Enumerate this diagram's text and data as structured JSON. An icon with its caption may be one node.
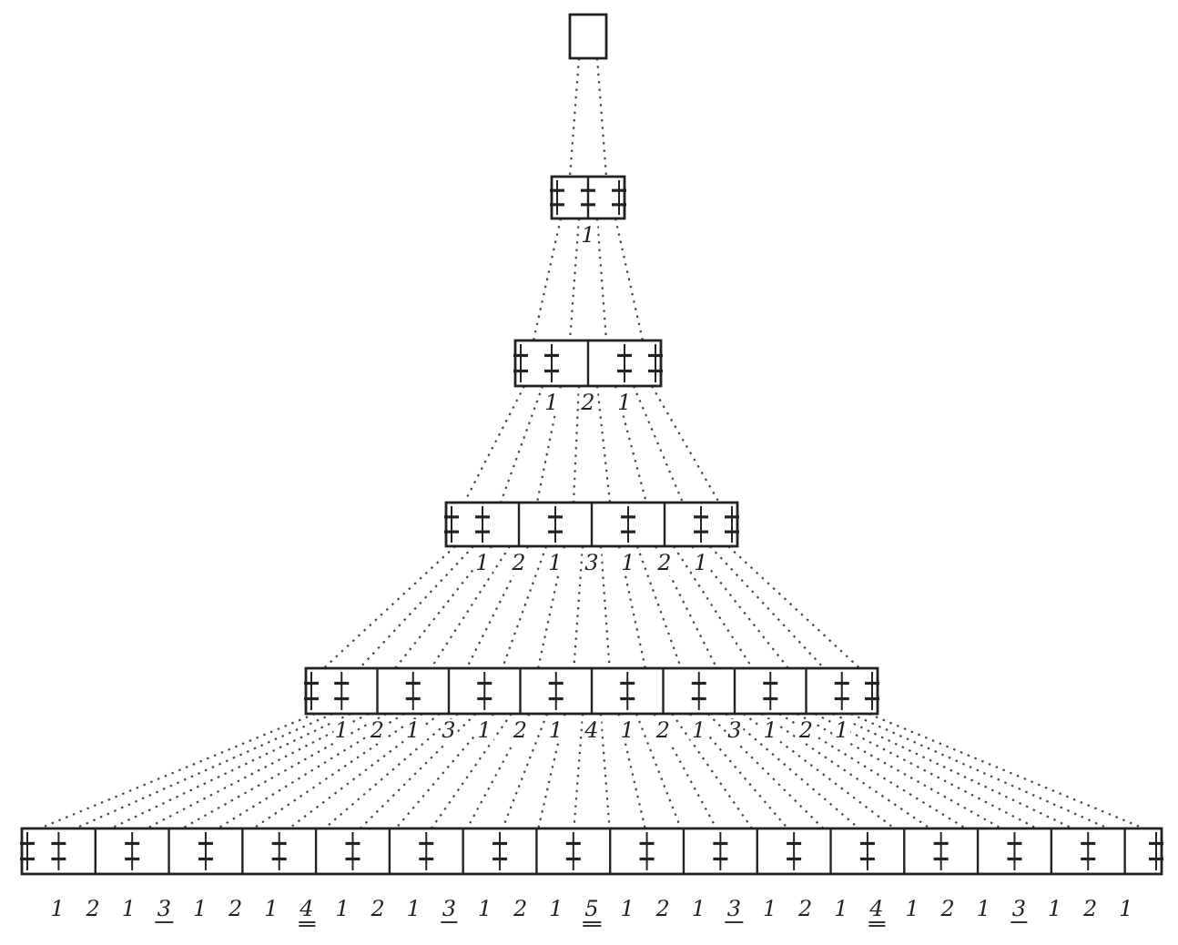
{
  "diagram": {
    "nodes": [
      {
        "text": [],
        "shape": "box"
      },
      {
        "text": [],
        "shape": "box",
        "beside": [
          "1"
        ]
      },
      {
        "text": [],
        "shape": "box",
        "beside": [
          "1",
          "2",
          "1"
        ]
      },
      {
        "text": [],
        "shape": "box",
        "beside": [
          "1",
          "2",
          "1",
          "3",
          "1",
          "2",
          "1"
        ]
      },
      {
        "text": [],
        "shape": "box",
        "beside": [
          "1",
          "2",
          "1",
          "3",
          "1",
          "2",
          "1",
          "4",
          "1",
          "2",
          "1",
          "3",
          "1",
          "2",
          "1"
        ]
      },
      {
        "text": [],
        "shape": "box",
        "beside": [
          "1",
          "2",
          "1",
          "3",
          "1",
          "2",
          "1",
          "4",
          "1",
          "2",
          "1",
          "3",
          "1",
          "2",
          "1",
          "5",
          "1",
          "2",
          "1",
          "3",
          "1",
          "2",
          "1",
          "4",
          "1",
          "2",
          "1",
          "3",
          "1",
          "2",
          "1"
        ]
      }
    ],
    "edges": [
      {
        "from": 0,
        "to": 1,
        "arrow": "none"
      },
      {
        "from": 0,
        "to": 1,
        "arrow": "none"
      },
      {
        "from": 1,
        "to": 2,
        "arrow": "none"
      },
      {
        "from": 1,
        "to": 2,
        "arrow": "none"
      },
      {
        "from": 1,
        "to": 2,
        "arrow": "none"
      },
      {
        "from": 1,
        "to": 2,
        "arrow": "none"
      },
      {
        "from": 2,
        "to": 3,
        "arrow": "none"
      },
      {
        "from": 2,
        "to": 3,
        "arrow": "none"
      },
      {
        "from": 2,
        "to": 3,
        "arrow": "none"
      },
      {
        "from": 2,
        "to": 3,
        "arrow": "none"
      },
      {
        "from": 2,
        "to": 3,
        "arrow": "none"
      },
      {
        "from": 2,
        "to": 3,
        "arrow": "none"
      },
      {
        "from": 2,
        "to": 3,
        "arrow": "none"
      },
      {
        "from": 2,
        "to": 3,
        "arrow": "none"
      },
      {
        "from": 3,
        "to": 4,
        "arrow": "none"
      },
      {
        "from": 3,
        "to": 4,
        "arrow": "none"
      },
      {
        "from": 3,
        "to": 4,
        "arrow": "none"
      },
      {
        "from": 3,
        "to": 4,
        "arrow": "none"
      },
      {
        "from": 3,
        "to": 4,
        "arrow": "none"
      },
      {
        "from": 3,
        "to": 4,
        "arrow": "none"
      },
      {
        "from": 3,
        "to": 4,
        "arrow": "none"
      },
      {
        "from": 3,
        "to": 4,
        "arrow": "none"
      },
      {
        "from": 3,
        "to": 4,
        "arrow": "none"
      },
      {
        "from": 3,
        "to": 4,
        "arrow": "none"
      },
      {
        "from": 3,
        "to": 4,
        "arrow": "none"
      },
      {
        "from": 3,
        "to": 4,
        "arrow": "none"
      },
      {
        "from": 3,
        "to": 4,
        "arrow": "none"
      },
      {
        "from": 3,
        "to": 4,
        "arrow": "none"
      },
      {
        "from": 3,
        "to": 4,
        "arrow": "none"
      },
      {
        "from": 3,
        "to": 4,
        "arrow": "none"
      },
      {
        "from": 4,
        "to": 5,
        "arrow": "none"
      },
      {
        "from": 4,
        "to": 5,
        "arrow": "none"
      },
      {
        "from": 4,
        "to": 5,
        "arrow": "none"
      },
      {
        "from": 4,
        "to": 5,
        "arrow": "none"
      },
      {
        "from": 4,
        "to": 5,
        "arrow": "none"
      },
      {
        "from": 4,
        "to": 5,
        "arrow": "none"
      },
      {
        "from": 4,
        "to": 5,
        "arrow": "none"
      },
      {
        "from": 4,
        "to": 5,
        "arrow": "none"
      },
      {
        "from": 4,
        "to": 5,
        "arrow": "none"
      },
      {
        "from": 4,
        "to": 5,
        "arrow": "none"
      },
      {
        "from": 4,
        "to": 5,
        "arrow": "none"
      },
      {
        "from": 4,
        "to": 5,
        "arrow": "none"
      },
      {
        "from": 4,
        "to": 5,
        "arrow": "none"
      },
      {
        "from": 4,
        "to": 5,
        "arrow": "none"
      },
      {
        "from": 4,
        "to": 5,
        "arrow": "none"
      },
      {
        "from": 4,
        "to": 5,
        "arrow": "none"
      },
      {
        "from": 4,
        "to": 5,
        "arrow": "none"
      },
      {
        "from": 4,
        "to": 5,
        "arrow": "none"
      },
      {
        "from": 4,
        "to": 5,
        "arrow": "none"
      },
      {
        "from": 4,
        "to": 5,
        "arrow": "none"
      },
      {
        "from": 4,
        "to": 5,
        "arrow": "none"
      },
      {
        "from": 4,
        "to": 5,
        "arrow": "none"
      },
      {
        "from": 4,
        "to": 5,
        "arrow": "none"
      },
      {
        "from": 4,
        "to": 5,
        "arrow": "none"
      },
      {
        "from": 4,
        "to": 5,
        "arrow": "none"
      },
      {
        "from": 4,
        "to": 5,
        "arrow": "none"
      },
      {
        "from": 4,
        "to": 5,
        "arrow": "none"
      },
      {
        "from": 4,
        "to": 5,
        "arrow": "none"
      },
      {
        "from": 4,
        "to": 5,
        "arrow": "none"
      },
      {
        "from": 4,
        "to": 5,
        "arrow": "none"
      },
      {
        "from": 4,
        "to": 5,
        "arrow": "none"
      },
      {
        "from": 4,
        "to": 5,
        "arrow": "none"
      }
    ]
  }
}
